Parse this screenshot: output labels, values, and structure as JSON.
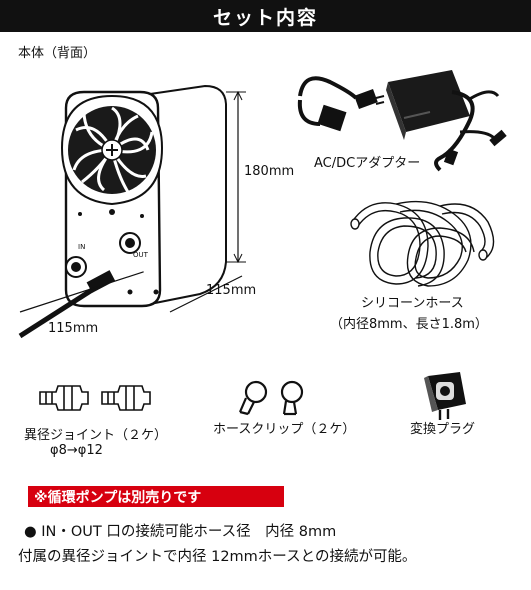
{
  "header": {
    "title": "セット内容"
  },
  "main_unit": {
    "label": "本体（背面）",
    "height": "180mm",
    "depth": "115mm",
    "width": "115mm",
    "port_in": "IN",
    "port_out": "OUT"
  },
  "items": {
    "adapter": "AC/DCアダプター",
    "hose": "シリコーンホース",
    "hose_spec": "（内径8mm、長さ1.8m）",
    "joint": "異径ジョイント（２ケ）",
    "joint_spec": "φ8→φ12",
    "clip": "ホースクリップ（２ケ）",
    "plug": "変換プラグ"
  },
  "notice": {
    "label": "※循環ポンプは別売りです",
    "bullet": "●",
    "line1": "IN・OUT 口の接続可能ホース径　内径 8mm",
    "line2": "付属の異径ジョイントで内径 12mmホースとの接続が可能。"
  },
  "colors": {
    "header_bg": "#111111",
    "notice_bg": "#d7000f"
  }
}
